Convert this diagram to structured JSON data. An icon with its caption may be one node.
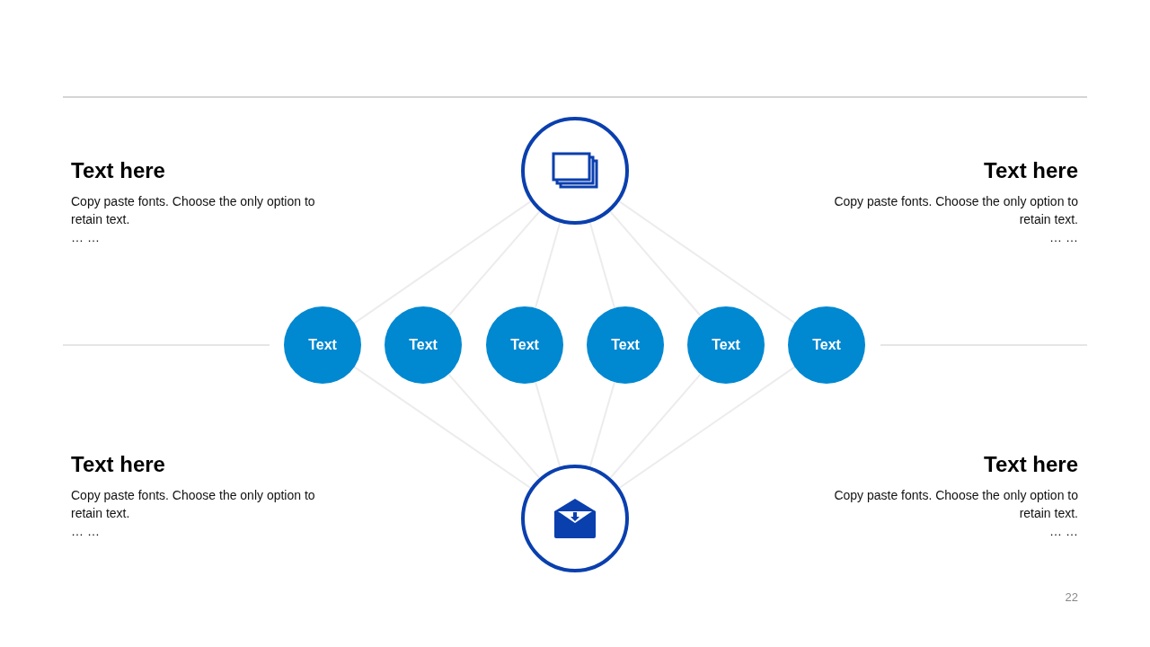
{
  "diagram": {
    "nodes": [
      {
        "text": [],
        "shape": "circle"
      },
      {
        "text": [
          "Text"
        ]
      },
      {
        "text": [
          "Text"
        ]
      },
      {
        "text": [
          "Text"
        ]
      },
      {
        "text": [
          "Text"
        ]
      },
      {
        "text": [
          "Text"
        ]
      },
      {
        "text": [
          "Text"
        ]
      },
      {
        "text": [],
        "shape": "circle"
      }
    ],
    "edges": [
      {
        "from": 0,
        "to": 1,
        "arrow": "none"
      },
      {
        "from": 0,
        "to": 2,
        "arrow": "none"
      },
      {
        "from": 0,
        "to": 3,
        "arrow": "none"
      },
      {
        "from": 0,
        "to": 4,
        "arrow": "none"
      },
      {
        "from": 0,
        "to": 5,
        "arrow": "none"
      },
      {
        "from": 0,
        "to": 6,
        "arrow": "none"
      },
      {
        "from": 1,
        "to": 7,
        "arrow": "none"
      },
      {
        "from": 2,
        "to": 7,
        "arrow": "none"
      },
      {
        "from": 3,
        "to": 7,
        "arrow": "none"
      },
      {
        "from": 4,
        "to": 7,
        "arrow": "none"
      },
      {
        "from": 5,
        "to": 7,
        "arrow": "none"
      },
      {
        "from": 6,
        "to": 7,
        "arrow": "none"
      }
    ],
    "labels": [
      "Text here",
      "Copy paste fonts. Choose the only option to retain text.",
      "… …",
      "Text here",
      "Copy paste fonts. Choose the only option to retain text.",
      "… …",
      "Text here",
      "Copy paste fonts. Choose the only option to retain text.",
      "… …",
      "Text here",
      "Copy paste fonts. Choose the only option to retain text.",
      "… …",
      "22"
    ]
  }
}
